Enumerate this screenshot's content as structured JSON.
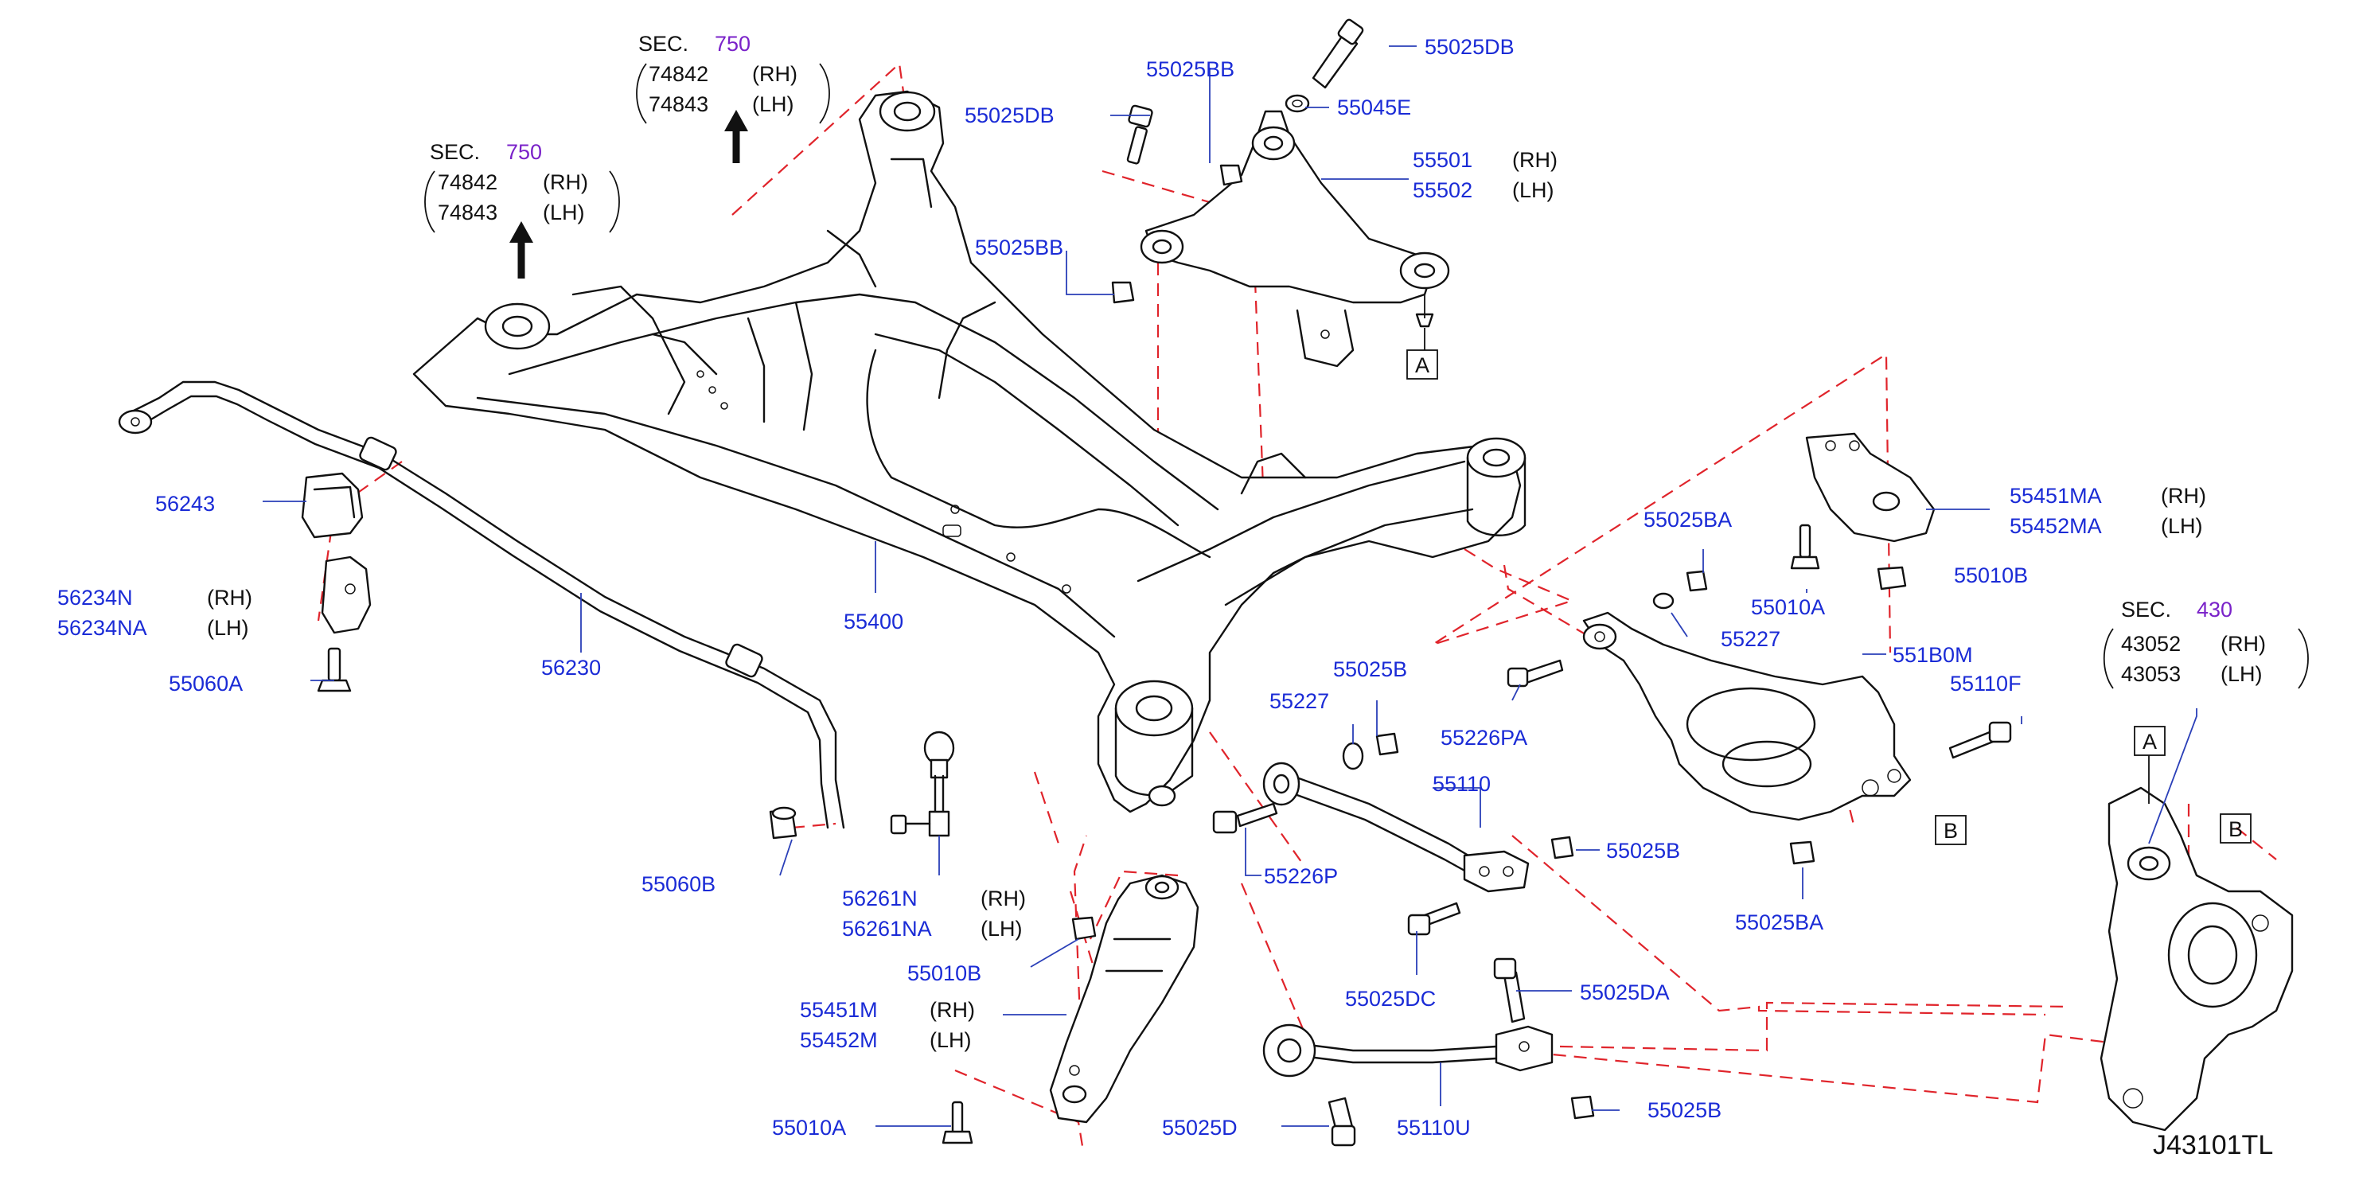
{
  "diagram_code": "J43101TL",
  "sec_refs": [
    {
      "prefix": "SEC.",
      "num": "750",
      "lines": [
        [
          "74842",
          "(RH)"
        ],
        [
          "74843",
          "(LH)"
        ]
      ]
    },
    {
      "prefix": "SEC.",
      "num": "750",
      "lines": [
        [
          "74842",
          "(RH)"
        ],
        [
          "74843",
          "(LH)"
        ]
      ]
    },
    {
      "prefix": "SEC.",
      "num": "430",
      "lines": [
        [
          "43052",
          "(RH)"
        ],
        [
          "43053",
          "(LH)"
        ]
      ]
    }
  ],
  "callouts": {
    "a1": "A",
    "a2": "A",
    "b1": "B",
    "b2": "B"
  },
  "parts": {
    "p55025DB_a": "55025DB",
    "p55025BB_a": "55025BB",
    "p55025DB_b": "55025DB",
    "p55045E": "55045E",
    "p55501": "55501",
    "p55502": "55502",
    "rh": "(RH)",
    "lh": "(LH)",
    "p55025BB_b": "55025BB",
    "p56243": "56243",
    "p56234N": "56234N",
    "p56234NA": "56234NA",
    "p55060A": "55060A",
    "p56230": "56230",
    "p55400": "55400",
    "p55451MA": "55451MA",
    "p55452MA": "55452MA",
    "p55025BA_a": "55025BA",
    "p55010A_a": "55010A",
    "p55010B_a": "55010B",
    "p55227_a": "55227",
    "p551B0M": "551B0M",
    "p55025B_a": "55025B",
    "p55227_b": "55227",
    "p55226PA": "55226PA",
    "p55110F": "55110F",
    "p55110": "55110",
    "p55226P": "55226P",
    "p55025B_b": "55025B",
    "p55025BA_b": "55025BA",
    "p55060B": "55060B",
    "p56261N": "56261N",
    "p56261NA": "56261NA",
    "p55010B_b": "55010B",
    "p55025DC": "55025DC",
    "p55025DA": "55025DA",
    "p55451M": "55451M",
    "p55452M": "55452M",
    "p55010A_b": "55010A",
    "p55025D": "55025D",
    "p55110U": "55110U",
    "p55025B_c": "55025B"
  }
}
